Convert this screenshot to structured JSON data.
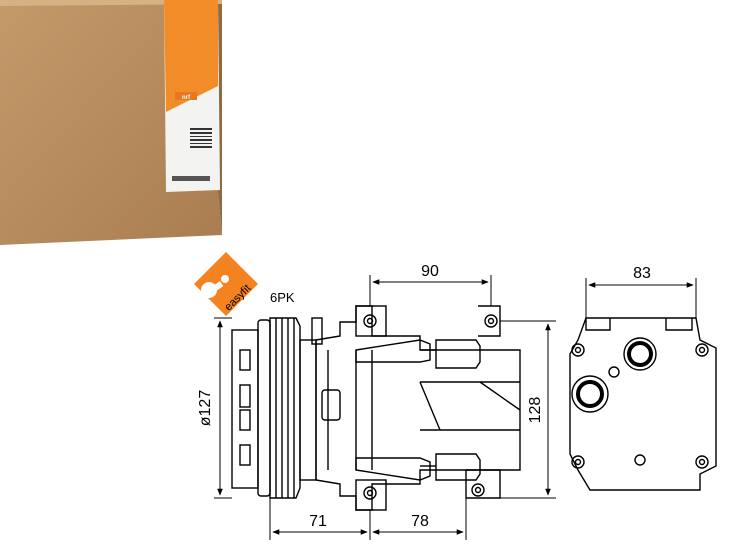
{
  "product_image": {
    "label_text": "nrf",
    "box_color": "#b98e5f",
    "label_accent": "#f28c28"
  },
  "badge": {
    "text": "easyfit",
    "color": "#f58220",
    "icon": "wrench-icon"
  },
  "drawing": {
    "belt_label": "6PK",
    "dimensions": {
      "pulley_diameter": "ø127",
      "top_width": "90",
      "height": "128",
      "pulley_offset": "71",
      "bottom_width": "78",
      "side_width": "83"
    }
  }
}
